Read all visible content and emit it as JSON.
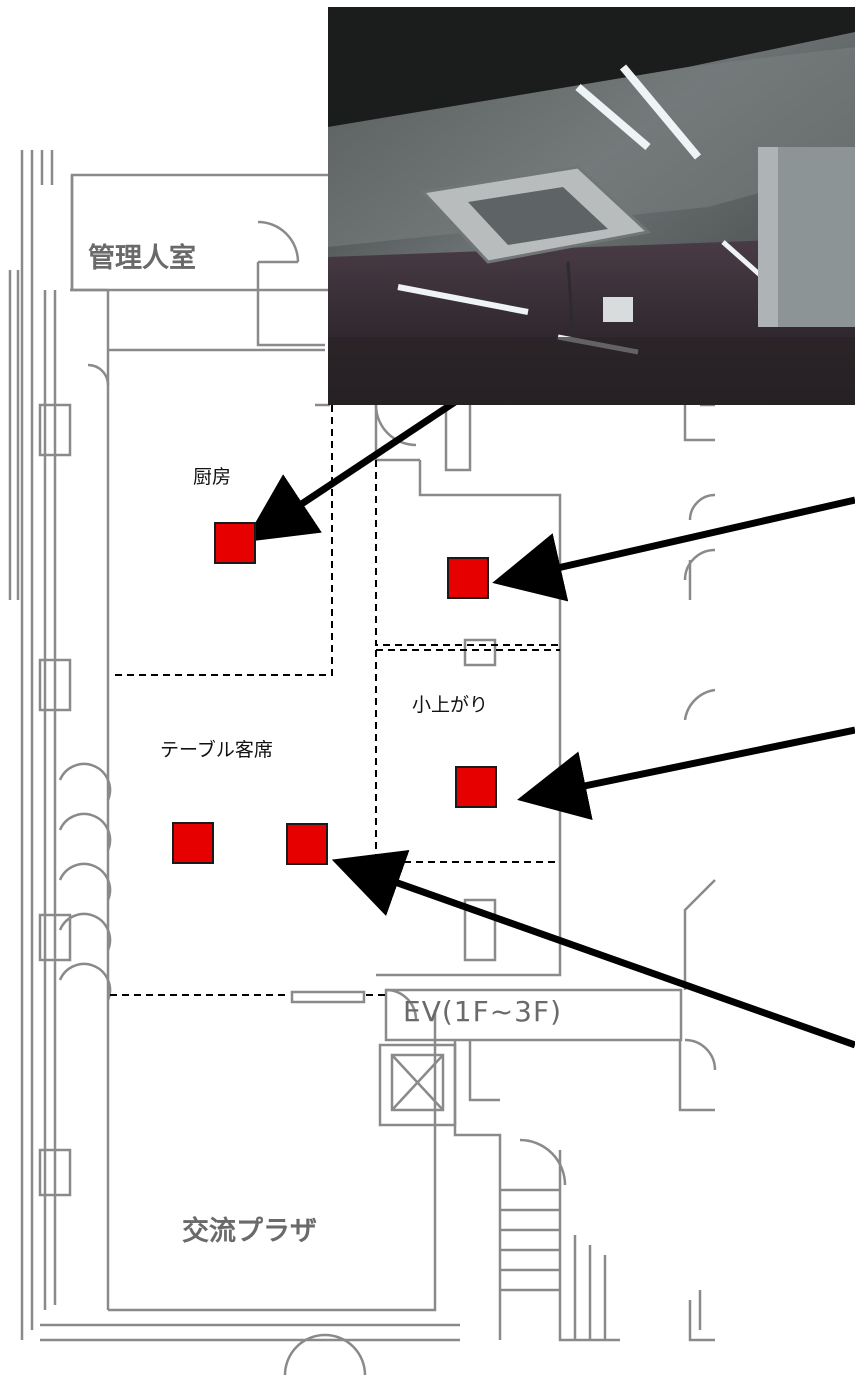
{
  "labels": {
    "kanrinin": "管理人室",
    "chubo": "厨房",
    "koagari": "小上がり",
    "table_seats": "テーブル客席",
    "ev": "EV(1F~3F)",
    "koryu_plaza": "交流プラザ"
  },
  "markers": [
    "kitchen-unit",
    "upper-room-unit",
    "koagari-unit",
    "table-seat-unit-left",
    "table-seat-unit-right"
  ],
  "colors": {
    "marker_fill": "#e60000",
    "arrow": "#000000",
    "plan_lines": "#8a8a8a",
    "dashed": "#000000"
  },
  "photo": {
    "subject": "ceiling-cassette-air-conditioner"
  }
}
